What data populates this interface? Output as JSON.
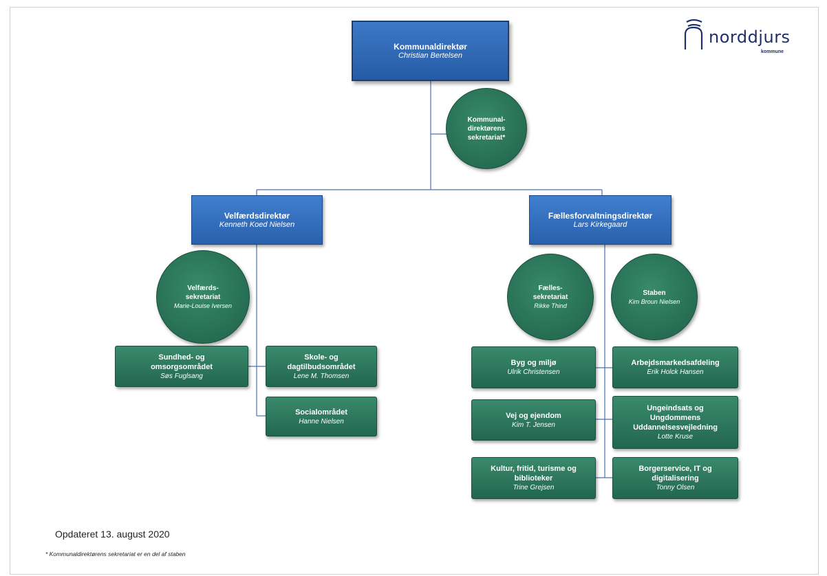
{
  "logo": {
    "name": "norddjurs",
    "sub": "kommune"
  },
  "top": {
    "title": "Kommunaldirektør",
    "person": "Christian Bertelsen"
  },
  "secretariat": {
    "title": "Kommunal-\ndirektørens\nsekretariat*"
  },
  "left_director": {
    "title": "Velfærdsdirektør",
    "person": "Kenneth Koed Nielsen"
  },
  "right_director": {
    "title": "Fællesforvaltningsdirektør",
    "person": "Lars Kirkegaard"
  },
  "left_secretariat": {
    "title": "Velfærds-\nsekretariat",
    "person": "Marie-Louise Iversen"
  },
  "right_secretariat": {
    "title": "Fælles-\nsekretariat",
    "person": "Rikke Thind"
  },
  "staben": {
    "title": "Staben",
    "person": "Kim Broun Nielsen"
  },
  "units": [
    {
      "title": "Sundhed- og\nomsorgsområdet",
      "person": "Søs Fuglsang"
    },
    {
      "title": "Skole- og\ndagtilbudsområdet",
      "person": "Lene M. Thomsen"
    },
    {
      "title": "Socialområdet",
      "person": "Hanne Nielsen"
    },
    {
      "title": "Byg og miljø",
      "person": "Ulrik Christensen"
    },
    {
      "title": "Vej og ejendom",
      "person": "Kim T. Jensen"
    },
    {
      "title": "Kultur, fritid, turisme og\nbiblioteker",
      "person": "Trine Grejsen"
    },
    {
      "title": "Arbejdsmarkedsafdeling",
      "person": "Erik Holck Hansen"
    },
    {
      "title": "Ungeindsats og\nUngdommens\nUddannelsesvejledning",
      "person": "Lotte Kruse"
    },
    {
      "title": "Borgerservice, IT og\ndigitalisering",
      "person": "Tonny Olsen"
    }
  ],
  "updated": "Opdateret 13. august  2020",
  "footnote": "* Kommunaldirektørens sekretariat er en del af staben",
  "colors": {
    "blue": "#2f6bb8",
    "green": "#2a7559",
    "logo": "#1f2f6e"
  }
}
